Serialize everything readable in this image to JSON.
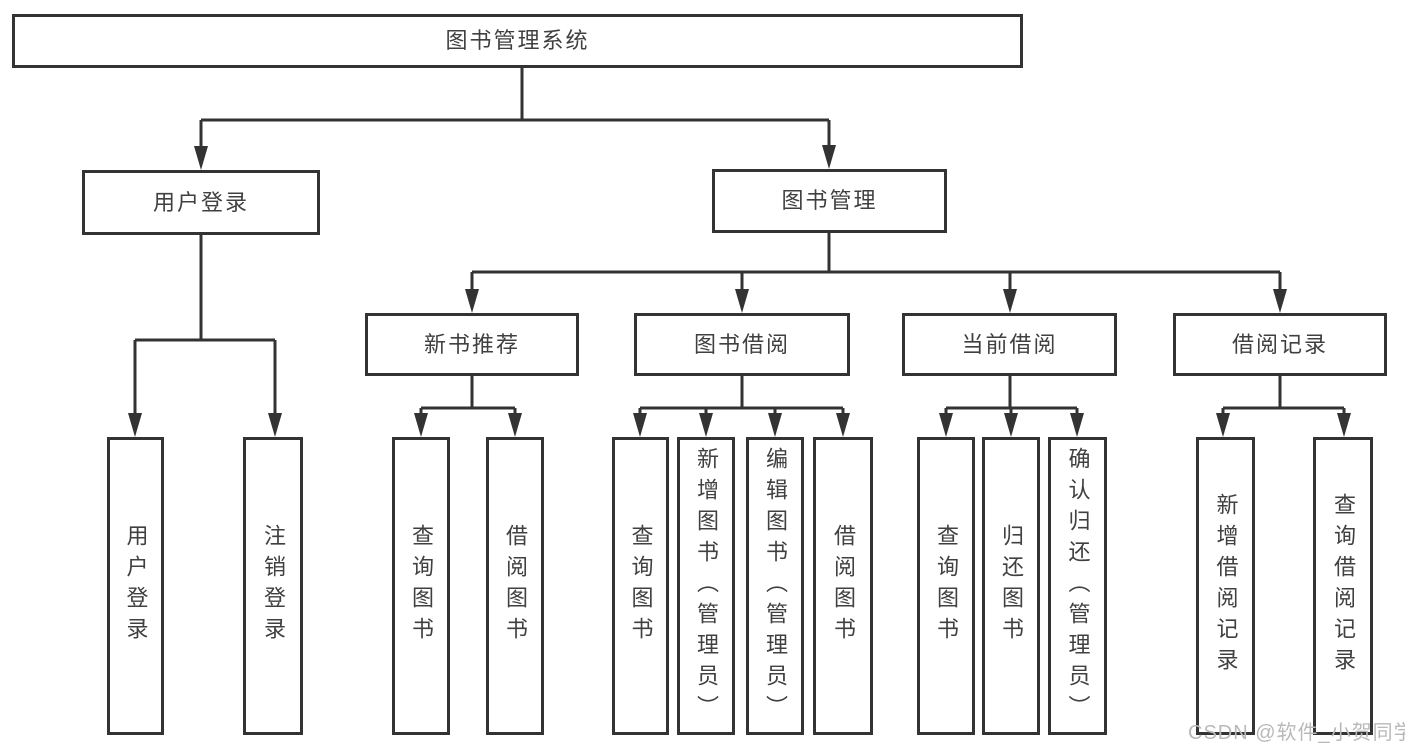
{
  "diagram": {
    "title_node": {
      "label": "图书管理系统"
    },
    "level2": [
      {
        "label": "用户登录"
      },
      {
        "label": "图书管理"
      }
    ],
    "level3": [
      {
        "label": "新书推荐"
      },
      {
        "label": "图书借阅"
      },
      {
        "label": "当前借阅"
      },
      {
        "label": "借阅记录"
      }
    ],
    "leaves": [
      {
        "label": "用户登录"
      },
      {
        "label": "注销登录"
      },
      {
        "label": "查询图书"
      },
      {
        "label": "借阅图书"
      },
      {
        "label": "查询图书"
      },
      {
        "label": "新增图书（管理员）"
      },
      {
        "label": "编辑图书（管理员）"
      },
      {
        "label": "借阅图书"
      },
      {
        "label": "查询图书"
      },
      {
        "label": "归还图书"
      },
      {
        "label": "确认归还（管理员）"
      },
      {
        "label": "新增借阅记录"
      },
      {
        "label": "查询借阅记录"
      }
    ],
    "colors": {
      "line": "#333333",
      "box_border": "#333333",
      "text": "#404040",
      "watermark": "#b9b9b9"
    }
  },
  "watermark": {
    "text": "CSDN @软件_小贺同学"
  }
}
